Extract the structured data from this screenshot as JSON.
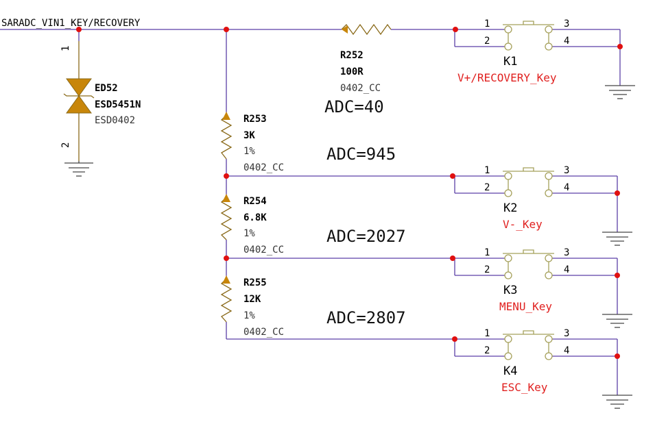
{
  "net_label": "SARADC_VIN1_KEY/RECOVERY",
  "diode": {
    "designator": "ED52",
    "part": "ESD5451N",
    "footprint": "ESD0402",
    "pin_top": "1",
    "pin_bottom": "2"
  },
  "resistors": [
    {
      "designator": "R252",
      "value": "100R",
      "footprint": "0402_CC",
      "tolerance": ""
    },
    {
      "designator": "R253",
      "value": "3K",
      "tolerance": "1%",
      "footprint": "0402_CC"
    },
    {
      "designator": "R254",
      "value": "6.8K",
      "tolerance": "1%",
      "footprint": "0402_CC"
    },
    {
      "designator": "R255",
      "value": "12K",
      "tolerance": "1%",
      "footprint": "0402_CC"
    }
  ],
  "adc_labels": [
    "ADC=40",
    "ADC=945",
    "ADC=2027",
    "ADC=2807"
  ],
  "keys": [
    {
      "designator": "K1",
      "label": "V+/RECOVERY_Key",
      "pins": [
        "1",
        "2",
        "3",
        "4"
      ]
    },
    {
      "designator": "K2",
      "label": "V-_Key",
      "pins": [
        "1",
        "2",
        "3",
        "4"
      ]
    },
    {
      "designator": "K3",
      "label": "MENU_Key",
      "pins": [
        "1",
        "2",
        "3",
        "4"
      ]
    },
    {
      "designator": "K4",
      "label": "ESC_Key",
      "pins": [
        "1",
        "2",
        "3",
        "4"
      ]
    }
  ],
  "colors": {
    "wire": "#5a3fa6",
    "junction": "#e01010",
    "component_body": "#8a6a1a",
    "key_label": "#e0201f"
  }
}
